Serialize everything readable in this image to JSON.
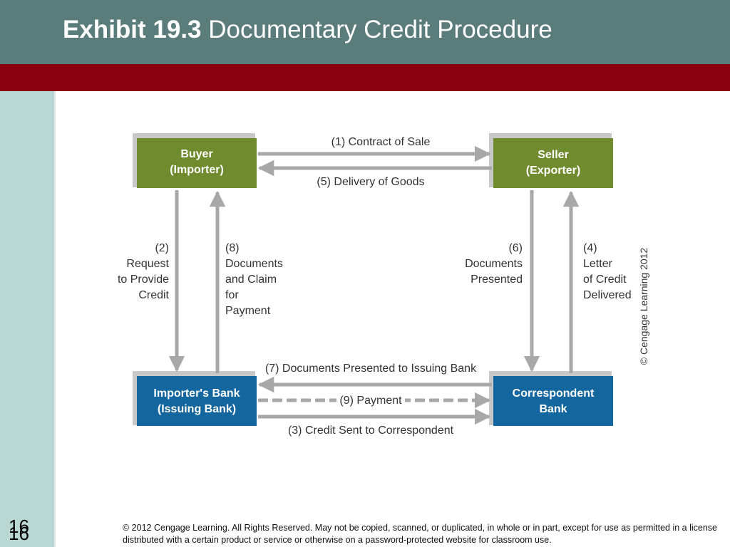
{
  "slide": {
    "title_bold": "Exhibit 19.3",
    "title_rest": "Documentary Credit Procedure",
    "number": "16",
    "footer": "© 2012 Cengage Learning. All Rights Reserved. May not be copied, scanned, or duplicated, in whole or in part, except for use as permitted in a license distributed with a certain product or service or otherwise on a password-protected website for classroom use."
  },
  "diagram": {
    "nodes": {
      "buyer": [
        "Buyer",
        "(Importer)"
      ],
      "seller": [
        "Seller",
        "(Exporter)"
      ],
      "importers_bank": [
        "Importer's Bank",
        "(Issuing Bank)"
      ],
      "correspondent_bank": [
        "Correspondent",
        "Bank"
      ]
    },
    "flows": {
      "contract_of_sale": "(1) Contract of Sale",
      "delivery_of_goods": "(5) Delivery of Goods",
      "request_credit": [
        "(2)",
        "Request",
        "to Provide",
        "Credit"
      ],
      "documents_claim": [
        "(8)",
        "Documents",
        "and Claim",
        "for",
        "Payment"
      ],
      "documents_presented": [
        "(6)",
        "Documents",
        "Presented"
      ],
      "letter_of_credit": [
        "(4)",
        "Letter",
        "of Credit",
        "Delivered"
      ],
      "documents_to_issuing": "(7) Documents Presented to Issuing Bank",
      "payment": "(9) Payment",
      "credit_sent": "(3) Credit Sent to Correspondent"
    },
    "copyright_vertical": "© Cengage Learning 2012",
    "colors": {
      "party_box": "#6f8b2d",
      "bank_box": "#13669e",
      "arrow": "#a8a8a8",
      "header": "#5a7c7b",
      "accent_bar": "#8b0010",
      "sidebar": "#b9d8d4"
    }
  }
}
